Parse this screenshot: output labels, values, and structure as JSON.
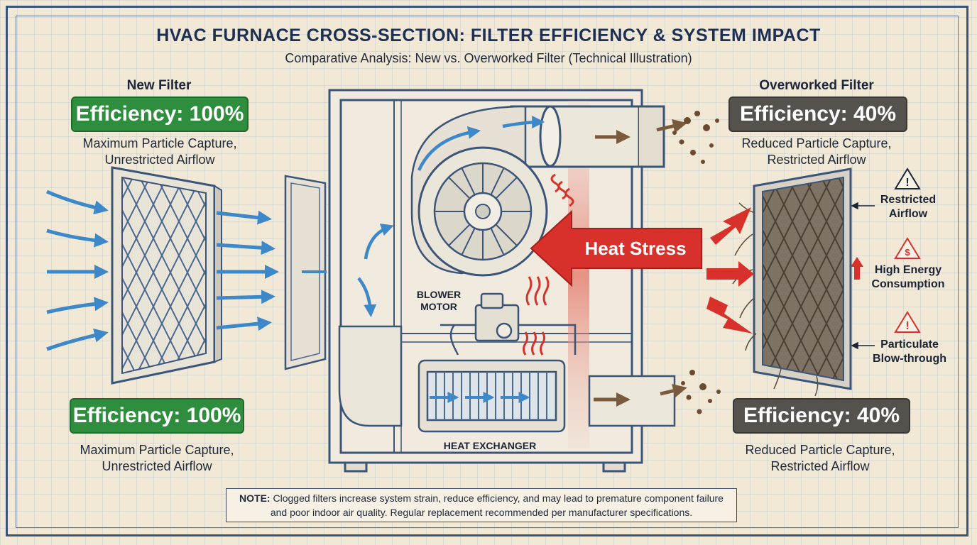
{
  "header": {
    "title": "HVAC FURNACE CROSS-SECTION: FILTER EFFICIENCY & SYSTEM IMPACT",
    "subtitle": "Comparative Analysis: New vs. Overworked Filter (Technical Illustration)"
  },
  "new_filter": {
    "label": "New Filter",
    "efficiency_top": "Efficiency: 100%",
    "desc_top_line1": "Maximum Particle Capture,",
    "desc_top_line2": "Unrestricted Airflow",
    "efficiency_bottom": "Efficiency: 100%",
    "desc_bottom_line1": "Maximum Particle Capture,",
    "desc_bottom_line2": "Unrestricted Airflow",
    "efficiency_value": 100
  },
  "overworked_filter": {
    "label": "Overworked Filter",
    "efficiency_top": "Efficiency: 40%",
    "desc_top_line1": "Reduced Particle Capture,",
    "desc_top_line2": "Restricted Airflow",
    "efficiency_bottom": "Efficiency: 40%",
    "desc_bottom_line1": "Reduced Particle Capture,",
    "desc_bottom_line2": "Restricted Airflow",
    "efficiency_value": 40
  },
  "furnace": {
    "blower_line1": "BLOWER",
    "blower_line2": "MOTOR",
    "heat_exchanger": "HEAT EXCHANGER",
    "heat_stress": "Heat Stress"
  },
  "callouts": {
    "restricted_line1": "Restricted",
    "restricted_line2": "Airflow",
    "energy_line1": "High Energy",
    "energy_line2": "Consumption",
    "particulate_line1": "Particulate",
    "particulate_line2": "Blow-through"
  },
  "note": {
    "prefix": "NOTE:",
    "line1": " Clogged filters increase system strain, reduce efficiency, and may lead to premature component failure",
    "line2": "and poor indoor air quality. Regular replacement recommended per manufacturer specifications."
  },
  "colors": {
    "green_badge": "#2e8e3e",
    "gray_badge": "#55524d",
    "airflow_blue": "#3d88c8",
    "heat_red": "#d8302a",
    "dust_brown": "#7a5a3c",
    "line_navy": "#3b5579"
  },
  "icons": [
    "airflow-arrow-icon",
    "warning-icon",
    "dollar-warning-icon",
    "up-arrow-icon",
    "heat-wave-icon",
    "dust-particle-icon",
    "blower-fan-icon"
  ]
}
